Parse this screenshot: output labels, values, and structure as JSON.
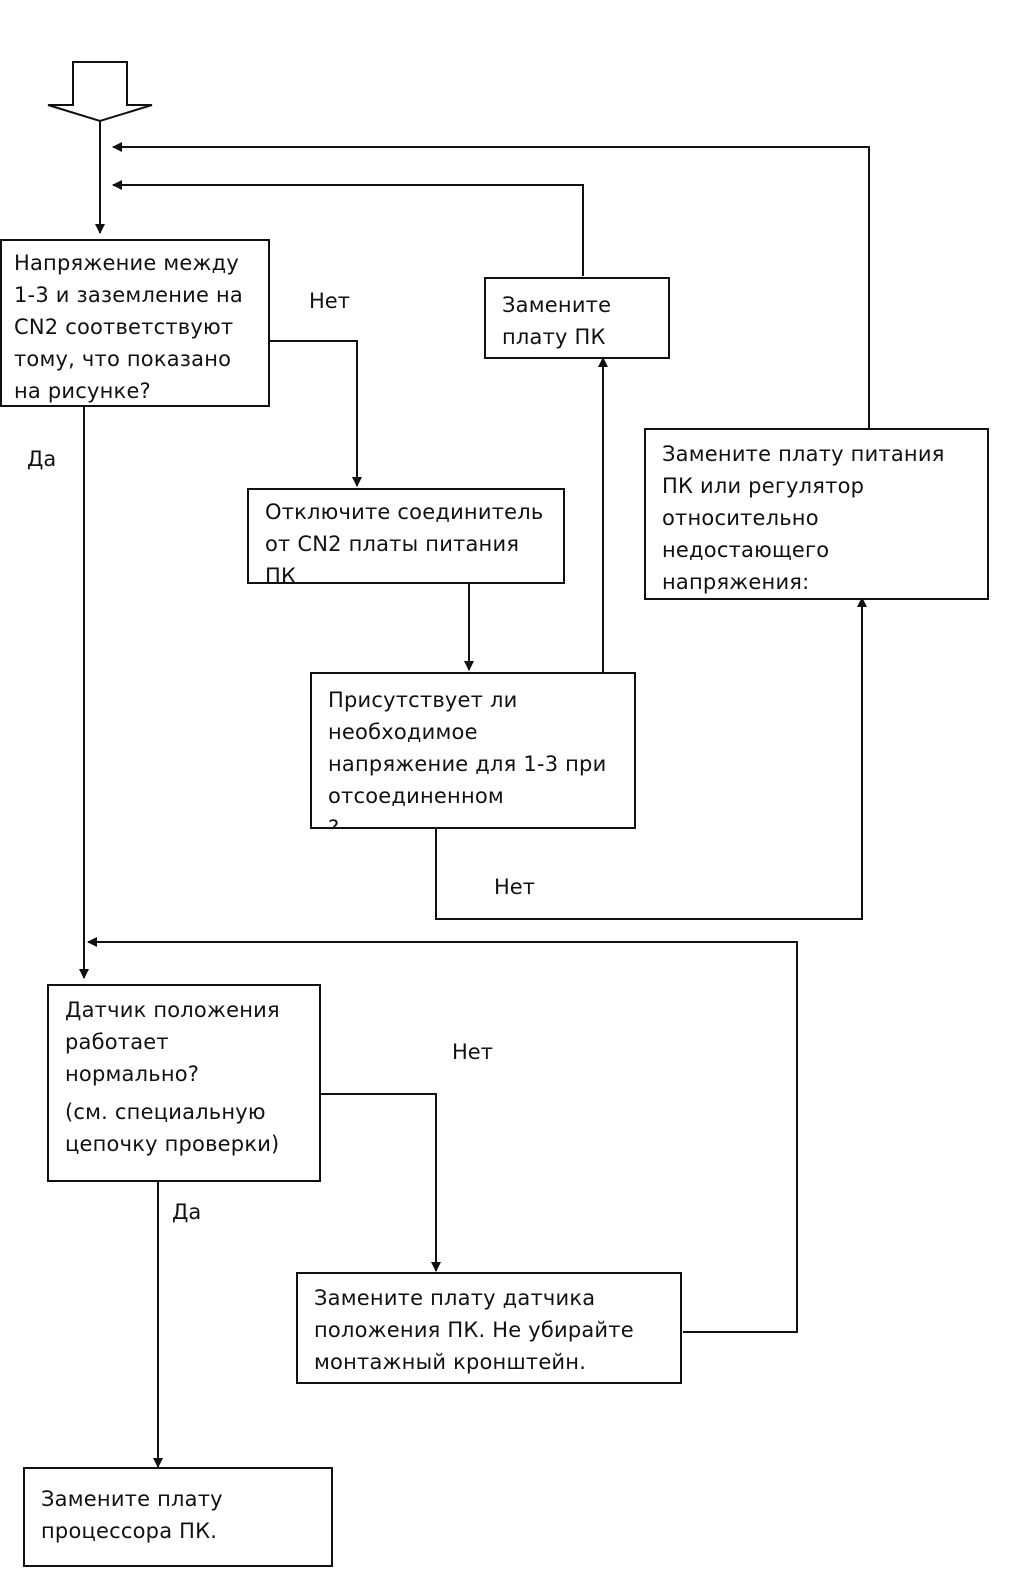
{
  "boxes": {
    "voltage_check": "Напряжение между\n1-3 и заземление на\nCN2 соответствуют\nтому, что показано\nна рисунке?",
    "replace_pc_board": "Замените\nплату ПК",
    "disconnect_cn2": "Отключите соединитель\nот CN2 платы питания\nПК",
    "replace_power_board": "Замените плату питания\nПК или регулятор\nотносительно\nнедостающего\nнапряжения:",
    "voltage_present": "Присутствует ли\nнеобходимое\nнапряжение для 1-3 при\nотсоединенном\n?",
    "position_sensor_ok": "Датчик положения\nработает\nнормально?",
    "position_sensor_note": "(см. специальную\nцепочку проверки)",
    "replace_sensor_board": "Замените плату датчика\nположения ПК. Не убирайте\nмонтажный кронштейн.",
    "replace_cpu_board": "Замените плату\nпроцессора ПК."
  },
  "labels": {
    "no_1": "Нет",
    "yes_1": "Да",
    "no_2": "Нет",
    "no_3": "Нет",
    "yes_2": "Да"
  }
}
